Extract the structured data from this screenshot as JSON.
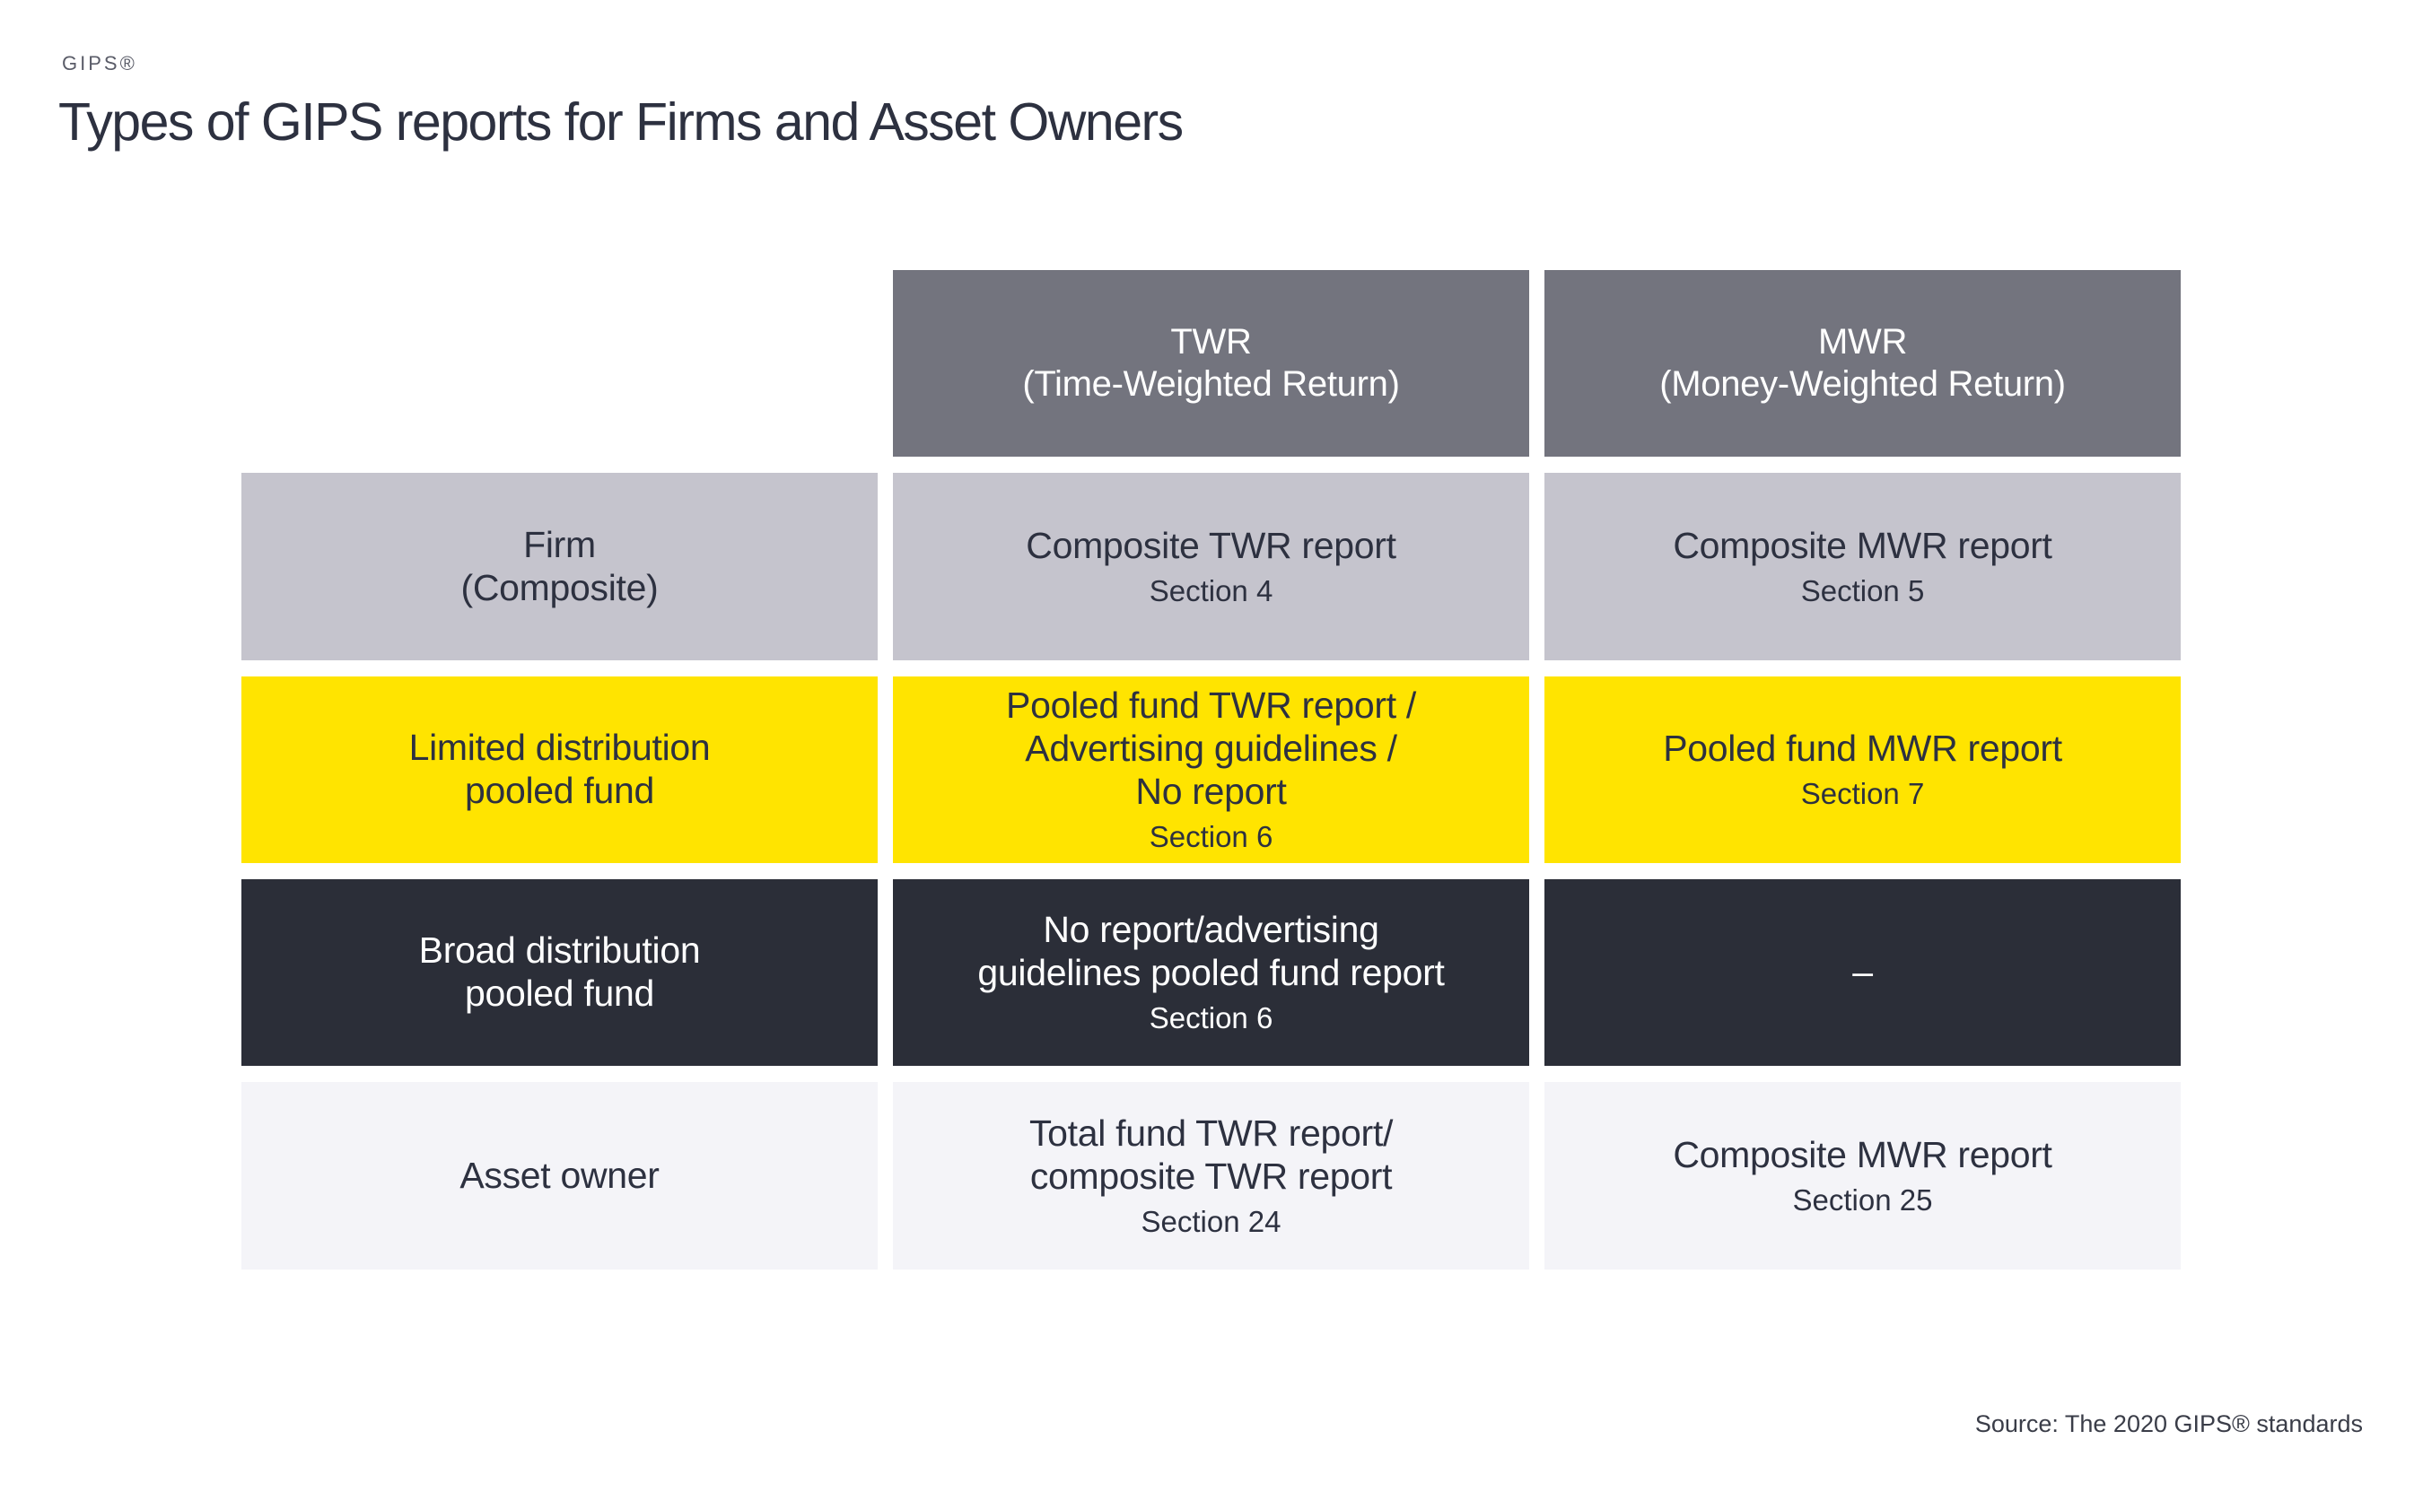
{
  "page": {
    "brand": "GIPS®",
    "title": "Types of GIPS reports for Firms and Asset Owners",
    "source": "Source: The 2020 GIPS® standards"
  },
  "colors": {
    "header_bg": "#73747E",
    "firm_bg": "#C5C4CD",
    "limited_bg": "#FFE400",
    "broad_bg": "#2B2E38",
    "asset_bg": "#F4F4F8",
    "text_dark": "#2D3140",
    "brand_text": "#5A5C68",
    "source_text": "#3A3D48"
  },
  "table": {
    "column_headers": [
      {
        "label": "TWR\n(Time-Weighted Return)"
      },
      {
        "label": "MWR\n(Money-Weighted Return)"
      }
    ],
    "rows": [
      {
        "label": "Firm\n(Composite)",
        "twr": "Composite TWR report",
        "twr_section": "Section 4",
        "mwr": "Composite MWR report",
        "mwr_section": "Section 5"
      },
      {
        "label": "Limited distribution\npooled fund",
        "twr": "Pooled fund TWR report /\nAdvertising guidelines /\nNo report",
        "twr_section": "Section 6",
        "mwr": "Pooled fund MWR report",
        "mwr_section": "Section 7"
      },
      {
        "label": "Broad distribution\npooled fund",
        "twr": "No report/advertising\nguidelines pooled fund report",
        "twr_section": "Section 6",
        "mwr": "–",
        "mwr_section": ""
      },
      {
        "label": "Asset owner",
        "twr": "Total fund TWR report/\ncomposite TWR report",
        "twr_section": "Section 24",
        "mwr": "Composite MWR report",
        "mwr_section": "Section 25"
      }
    ]
  }
}
